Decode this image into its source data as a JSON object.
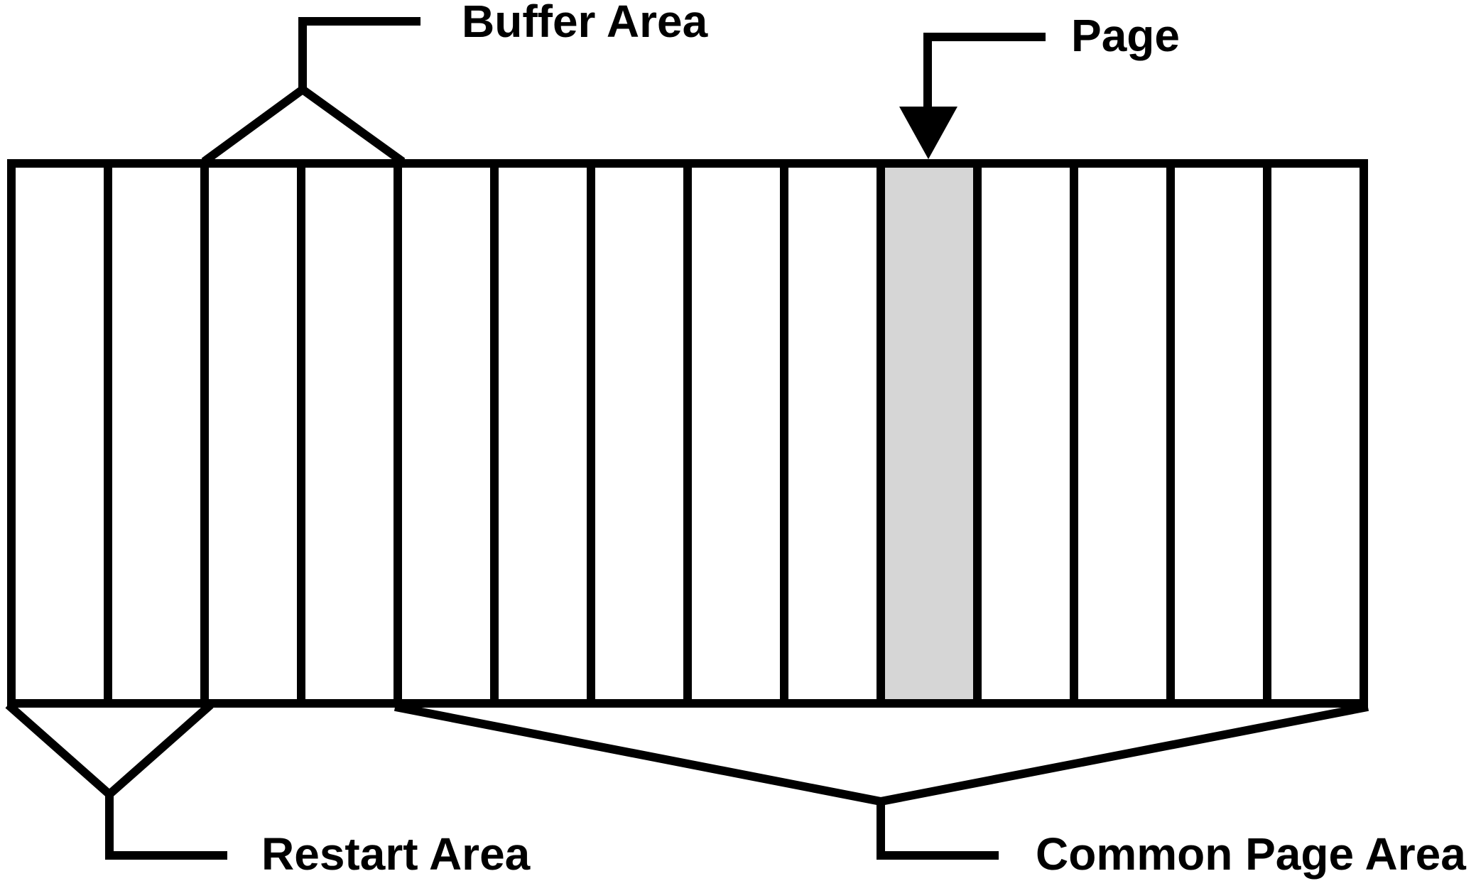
{
  "labels": {
    "buffer_area": "Buffer Area",
    "page": "Page",
    "restart_area": "Restart Area",
    "common_page_area": "Common Page Area"
  },
  "strip": {
    "page_count": 14,
    "highlighted_page_index": 9
  },
  "colors": {
    "stroke": "#000000",
    "highlight_fill": "#d6d6d6",
    "background": "#ffffff"
  }
}
